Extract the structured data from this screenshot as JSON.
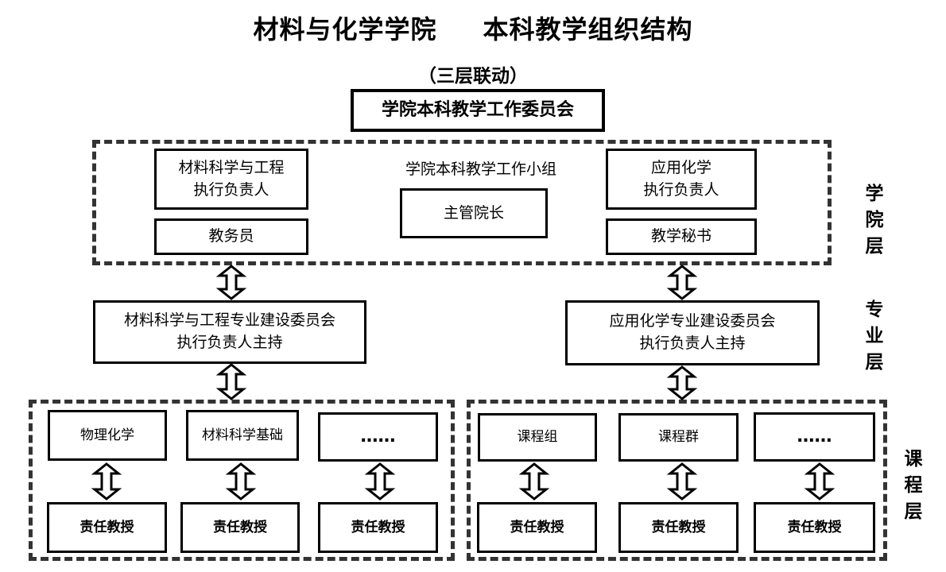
{
  "title": {
    "part1": "材料与化学学院",
    "part2": "本科教学组织结构"
  },
  "subtitle": "（三层联动）",
  "college_committee": "学院本科教学工作委员会",
  "college_level": {
    "group_label": "学院本科教学工作小组",
    "mse_lead_line1": "材料科学与工程",
    "mse_lead_line2": "执行负责人",
    "academic_officer": "教务员",
    "dean": "主管院长",
    "chem_lead_line1": "应用化学",
    "chem_lead_line2": "执行负责人",
    "teaching_secretary": "教学秘书"
  },
  "major_level": {
    "mse_committee_line1": "材料科学与工程专业建设委员会",
    "mse_committee_line2": "执行负责人主持",
    "chem_committee_line1": "应用化学专业建设委员会",
    "chem_committee_line2": "执行负责人主持"
  },
  "course_level": {
    "left_courses": [
      "物理化学",
      "材料科学基础",
      "……"
    ],
    "right_courses": [
      "课程组",
      "课程群",
      "……"
    ],
    "professor": "责任教授"
  },
  "layer_labels": {
    "college": "学\n院\n层",
    "major": "专\n业\n层",
    "course": "课\n程\n层"
  }
}
